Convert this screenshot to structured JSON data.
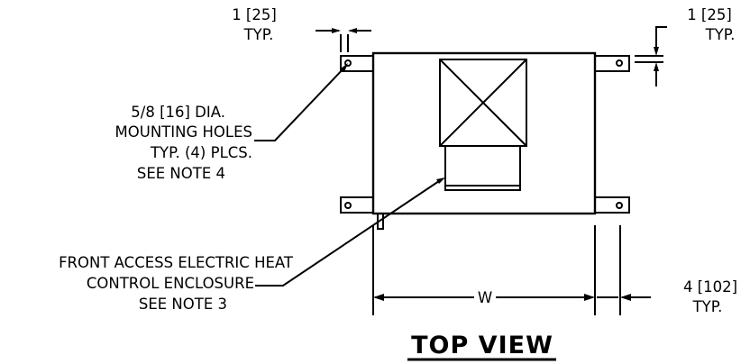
{
  "labels": {
    "top_left_dim": "1 [25]",
    "top_left_typ": "TYP.",
    "top_right_dim": "1 [25]",
    "top_right_typ": "TYP.",
    "holes_line1": "5/8 [16] DIA.",
    "holes_line2": "MOUNTING HOLES",
    "holes_line3": "TYP. (4) PLCS.",
    "holes_line4": "SEE NOTE 4",
    "enclosure_line1": "FRONT ACCESS ELECTRIC HEAT",
    "enclosure_line2": "CONTROL ENCLOSURE",
    "enclosure_line3": "SEE NOTE 3",
    "width_label": "W",
    "right_dim": "4 [102]",
    "right_typ": "TYP.",
    "title": "TOP VIEW"
  }
}
